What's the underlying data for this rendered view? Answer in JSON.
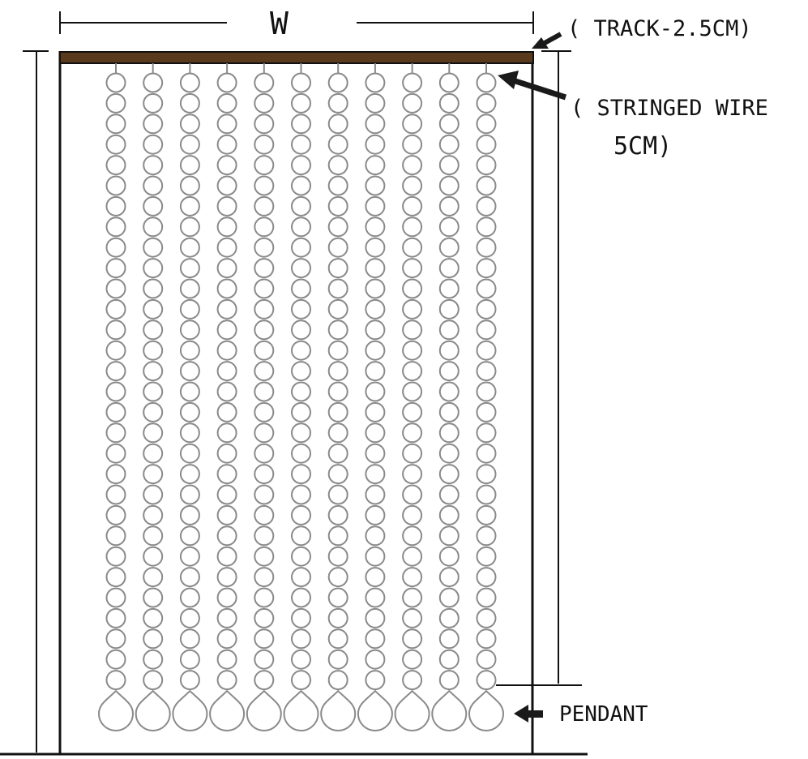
{
  "labels": {
    "width": "W",
    "track": "( TRACK-2.5CM)",
    "stringed_wire_line1": "( STRINGED WIRE",
    "stringed_wire_line2": "5CM)",
    "pendant": "PENDANT"
  },
  "colors": {
    "track": "#5a3a1c",
    "lines": "#111111",
    "beads": "#8a8a8a",
    "arrows": "#1a1a1a"
  },
  "curtain": {
    "strands": 11,
    "beads_per_strand": 30,
    "pendants_per_strand": 1
  }
}
